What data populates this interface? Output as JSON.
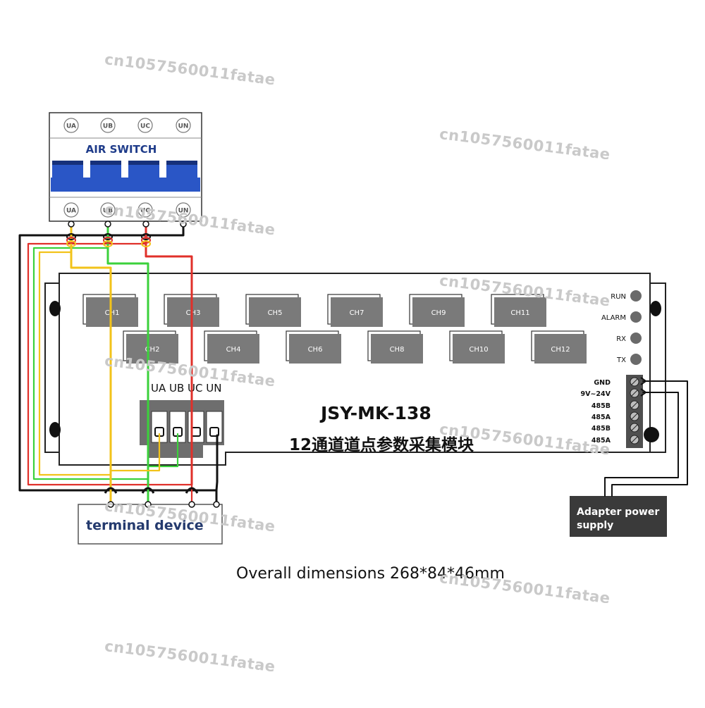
{
  "air_switch": {
    "label": "AIR SWITCH",
    "top_terminals": [
      "UA",
      "UB",
      "UC",
      "UN"
    ],
    "bottom_terminals": [
      "UA",
      "UB",
      "UC",
      "UN"
    ]
  },
  "module": {
    "model": "JSY-MK-138",
    "subtitle": "12通道道点参数采集模块",
    "channels_top": [
      "CH1",
      "CH3",
      "CH5",
      "CH7",
      "CH9",
      "CH11"
    ],
    "channels_bottom": [
      "CH2",
      "CH4",
      "CH6",
      "CH8",
      "CH10",
      "CH12"
    ],
    "indicators": [
      "RUN",
      "ALARM",
      "RX",
      "TX"
    ],
    "input_label": "UA UB UC UN",
    "power_terminals": [
      "GND",
      "9V~24V",
      "485B",
      "485A",
      "485B",
      "485A"
    ]
  },
  "terminal_device": {
    "label": "terminal device"
  },
  "adapter": {
    "line1": "Adapter power",
    "line2": "supply"
  },
  "dimensions": "Overall dimensions 268*84*46mm",
  "watermark": "cn1057560011fatae",
  "colors": {
    "switch_blue": "#2a56c6",
    "module_panel": "#ffffff",
    "channel_box": "#7a7a7a",
    "wire_yellow": "#f2c31a",
    "wire_green": "#3bd13b",
    "wire_red": "#e0302a",
    "wire_black": "#111111",
    "adapter_bg": "#3a3a3a"
  }
}
